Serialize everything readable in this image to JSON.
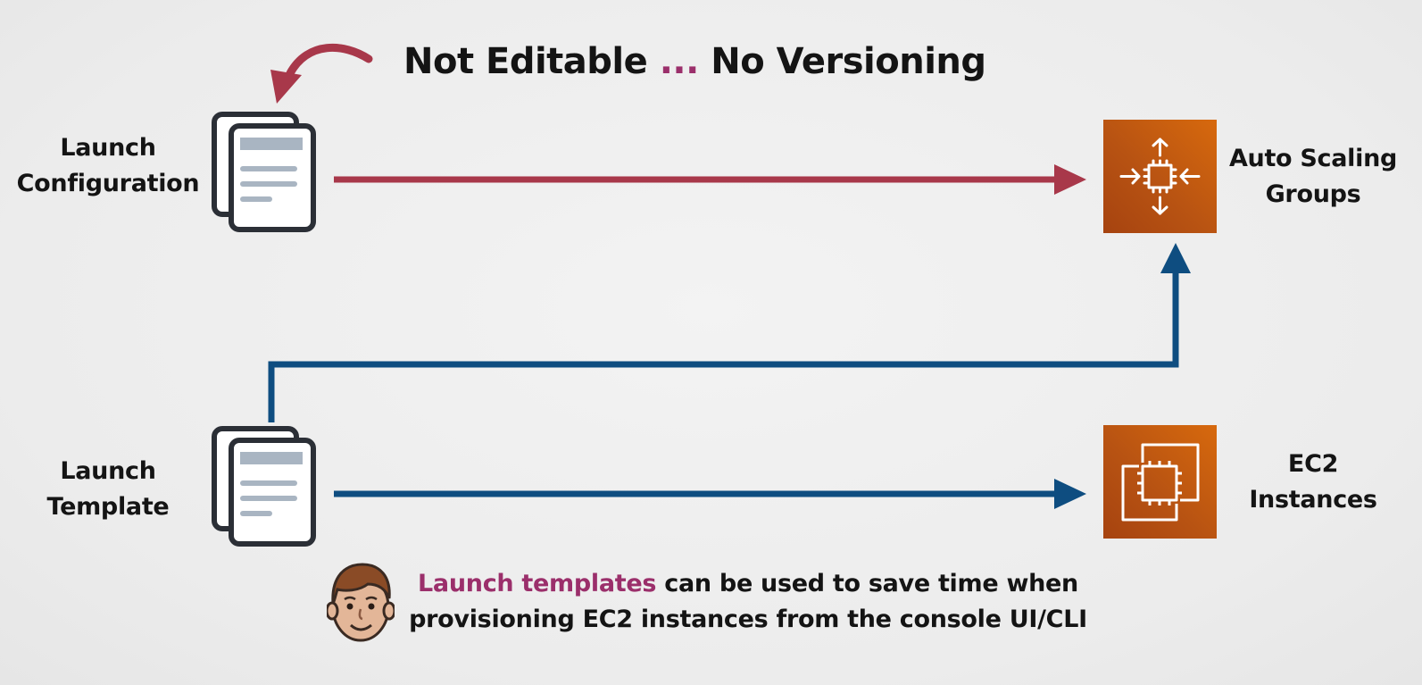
{
  "headline": {
    "left": "Not Editable",
    "dots": "...",
    "right": "No Versioning"
  },
  "sources": {
    "launch_configuration": {
      "line1": "Launch",
      "line2": "Configuration"
    },
    "launch_template": {
      "line1": "Launch",
      "line2": "Template"
    }
  },
  "targets": {
    "auto_scaling_groups": {
      "line1": "Auto Scaling",
      "line2": "Groups"
    },
    "ec2_instances": {
      "line1": "EC2",
      "line2": "Instances"
    }
  },
  "note": {
    "highlight": "Launch templates",
    "rest_line1": " can be used to save time when",
    "line2": "provisioning EC2 instances from the console UI/CLI"
  },
  "icons": {
    "launch_configuration": "document-stack-icon",
    "launch_template": "document-stack-icon",
    "auto_scaling_groups": "auto-scaling-icon",
    "ec2_instances": "ec2-instances-icon",
    "presenter": "presenter-avatar-icon",
    "curved_arrow": "curved-arrow-icon"
  },
  "colors": {
    "red_arrow": "#a8384a",
    "blue_arrow": "#0e4d80",
    "accent_text": "#9b2f6b",
    "aws_orange": "#c65c10"
  }
}
